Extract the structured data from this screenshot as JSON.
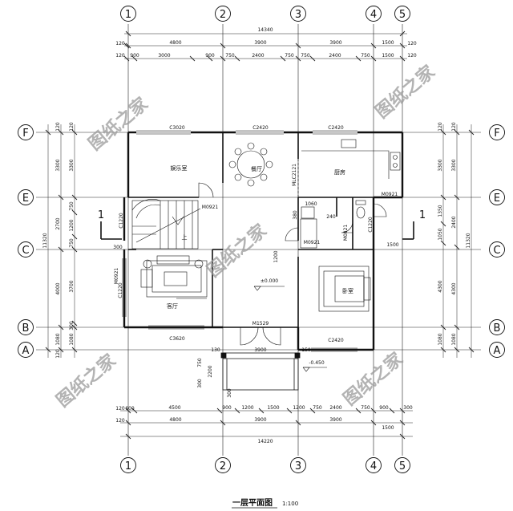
{
  "title": "一层平面图",
  "scale": "1:100",
  "watermark": "图纸之家",
  "axes": {
    "columns": [
      "1",
      "2",
      "3",
      "4",
      "5"
    ],
    "rows": [
      "F",
      "E",
      "C",
      "B",
      "A"
    ]
  },
  "top_dims": {
    "total": "14340",
    "row1": [
      "120",
      "4800",
      "3900",
      "3900",
      "1500",
      "120"
    ],
    "row2": [
      "120",
      "900",
      "3000",
      "900",
      "750",
      "2400",
      "750",
      "750",
      "2400",
      "750",
      "1500",
      "120"
    ]
  },
  "bottom_dims": {
    "total": "14220",
    "row1": [
      "4800",
      "3900",
      "3900",
      "1500"
    ],
    "row2": [
      "120",
      "600",
      "4500",
      "900",
      "1200",
      "1500",
      "1200",
      "750",
      "2400",
      "750",
      "900",
      "300"
    ],
    "row3": [
      "120"
    ]
  },
  "left_dims": {
    "total": "11320",
    "outer": [
      "120",
      "3300",
      "2700",
      "4000",
      "1080",
      "120"
    ],
    "inner": [
      "120",
      "3300",
      "750",
      "1200",
      "750",
      "3700",
      "300",
      "1080"
    ]
  },
  "right_dims": {
    "total": "11320",
    "outer": [
      "120",
      "3300",
      "2400",
      "4300",
      "1080"
    ],
    "inner": [
      "120",
      "3300",
      "1350",
      "1050",
      "4300",
      "1080"
    ]
  },
  "rooms": {
    "entertainment": "娱乐室",
    "dining": "餐厅",
    "kitchen": "厨房",
    "living": "客厅",
    "bedroom": "卧室",
    "stair_up": "上"
  },
  "labels": {
    "win_c3020": "C3020",
    "win_c2420_a": "C2420",
    "win_c2420_b": "C2420",
    "win_c3620": "C3620",
    "win_c2420_c": "C2420",
    "win_c1220_a": "C1220",
    "win_c1220_b": "C1220",
    "win_c1220_c": "C1220",
    "door_m0921_a": "M0921",
    "door_m0921_b": "M0921",
    "door_m0921_c": "M0921",
    "door_m0921_d": "M0921",
    "door_m1529": "M1529",
    "door_mlc2121": "MLC2121",
    "door_m0821": "M0821",
    "d_1060": "1060",
    "d_240": "240",
    "d_1200": "1200",
    "d_3900": "3900",
    "d_150": "150",
    "d_130": "130",
    "d_750": "750",
    "d_2200": "2200",
    "d_300_a": "300",
    "d_300_b": "300",
    "d_300_c": "300",
    "d_1500": "1500",
    "d_380": "380",
    "elev_main": "±0.000",
    "elev_porch": "-0.450",
    "section": "1",
    "section_b": "1"
  }
}
